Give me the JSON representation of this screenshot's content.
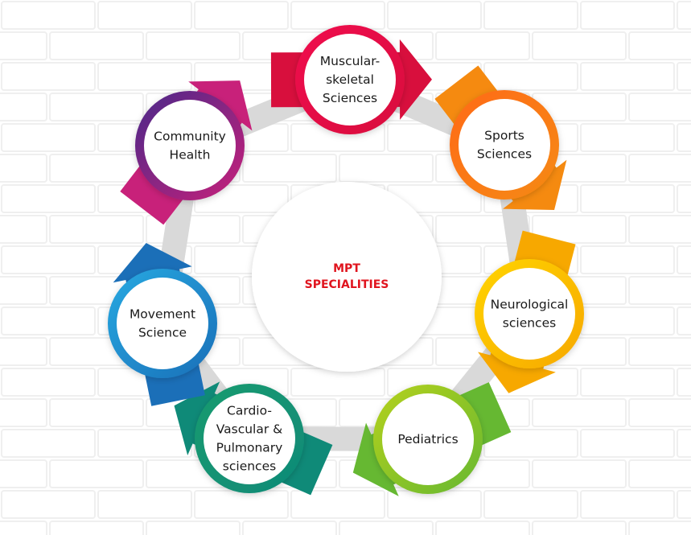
{
  "center": {
    "lines": [
      "MPT",
      "SPECIALITIES"
    ],
    "color": "#e0141e"
  },
  "nodes": [
    {
      "id": "musculoskeletal",
      "lines": [
        "Muscular-",
        "skeletal",
        "Sciences"
      ],
      "colors": [
        "#f0104e",
        "#d80f3d"
      ]
    },
    {
      "id": "sports",
      "lines": [
        "Sports",
        "Sciences"
      ],
      "colors": [
        "#ff6a1a",
        "#f58a10"
      ]
    },
    {
      "id": "neurological",
      "lines": [
        "Neurological",
        "sciences"
      ],
      "colors": [
        "#ffd400",
        "#f7a800"
      ]
    },
    {
      "id": "pediatrics",
      "lines": [
        "Pediatrics"
      ],
      "colors": [
        "#b5d11c",
        "#66b832"
      ]
    },
    {
      "id": "cardio",
      "lines": [
        "Cardio-",
        "Vascular &",
        "Pulmonary",
        "sciences"
      ],
      "colors": [
        "#1a9b6f",
        "#0f8a78"
      ]
    },
    {
      "id": "movement",
      "lines": [
        "Movement",
        "Science"
      ],
      "colors": [
        "#27a9e1",
        "#1b6fb8"
      ]
    },
    {
      "id": "community",
      "lines": [
        "Community",
        "Health"
      ],
      "colors": [
        "#4a2a8a",
        "#c8217a"
      ]
    }
  ],
  "colors": {
    "ring": "#d9d9d9",
    "brick_line": "#efefef",
    "center_fill": "#ffffff"
  }
}
